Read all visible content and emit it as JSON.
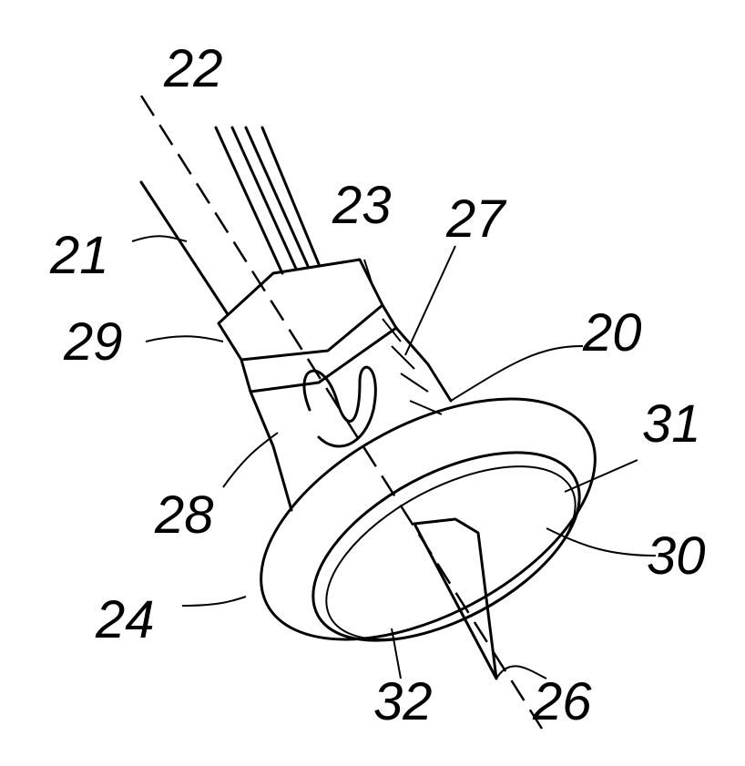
{
  "figure": {
    "labels": {
      "l20": "20",
      "l21": "21",
      "l22": "22",
      "l23": "23",
      "l24": "24",
      "l26": "26",
      "l27": "27",
      "l28": "28",
      "l29": "29",
      "l30": "30",
      "l31": "31",
      "l32": "32"
    }
  }
}
